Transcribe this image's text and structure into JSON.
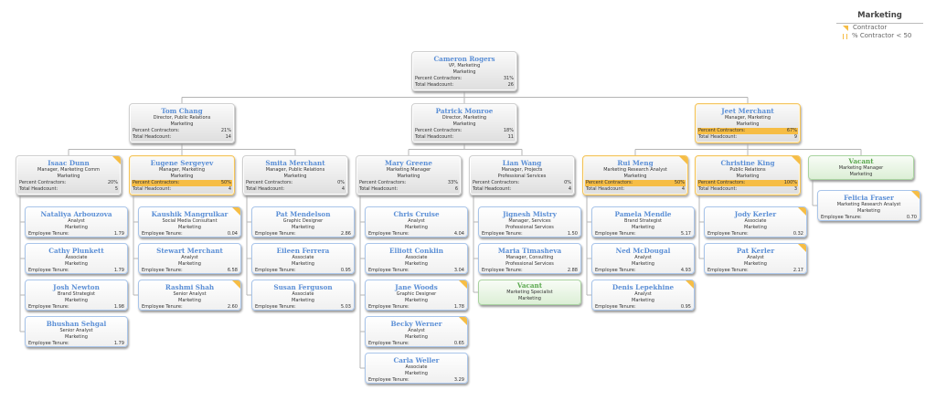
{
  "legend": {
    "title": "Marketing",
    "items": [
      {
        "icon": "contractor-triangle-icon",
        "label": "Contractor"
      },
      {
        "icon": "percent-bars-icon",
        "label": "% Contractor < 50"
      }
    ]
  },
  "labels": {
    "percent": "Percent Contractors:",
    "headcount": "Total Headcount:",
    "tenure": "Employee Tenure:"
  },
  "colors": {
    "name": "#5b8fd6",
    "vacant": "#5aa84e",
    "highlight": "#f6bd45",
    "leaf_border": "#a9c5ea"
  },
  "nodes": [
    {
      "id": "cameron",
      "name": "Cameron Rogers",
      "title": "VP, Marketing",
      "dept": "Marketing",
      "type": "mgr",
      "pct": "31%",
      "hc": "26"
    },
    {
      "id": "tom",
      "parent": "cameron",
      "name": "Tom Chang",
      "title": "Director, Public Relations",
      "dept": "Marketing",
      "type": "mgr",
      "pct": "21%",
      "hc": "14"
    },
    {
      "id": "patrick",
      "parent": "cameron",
      "name": "Patrick Monroe",
      "title": "Director, Marketing",
      "dept": "Marketing",
      "type": "mgr",
      "pct": "18%",
      "hc": "11"
    },
    {
      "id": "jeet",
      "parent": "cameron",
      "name": "Jeet Merchant",
      "title": "Manager, Marketing",
      "dept": "Marketing",
      "type": "hi",
      "pct": "67%",
      "hc": "9"
    },
    {
      "id": "isaac",
      "parent": "tom",
      "name": "Isaac Dunn",
      "title": "Manager, Marketing Comm",
      "dept": "Marketing",
      "type": "mgr",
      "pct": "20%",
      "hc": "5",
      "contractor": true
    },
    {
      "id": "eugene",
      "parent": "tom",
      "name": "Eugene Sergeyev",
      "title": "Manager, Marketing",
      "dept": "Marketing",
      "type": "hi",
      "pct": "50%",
      "hc": "4"
    },
    {
      "id": "smita",
      "parent": "tom",
      "name": "Smita Merchant",
      "title": "Manager, Public Relations",
      "dept": "Marketing",
      "type": "mgr",
      "pct": "0%",
      "hc": "4"
    },
    {
      "id": "mary",
      "parent": "patrick",
      "name": "Mary Greene",
      "title": "Marketing Manager",
      "dept": "Marketing",
      "type": "mgr",
      "pct": "33%",
      "hc": "6"
    },
    {
      "id": "lian",
      "parent": "patrick",
      "name": "Lian Wang",
      "title": "Manager, Projects",
      "dept": "Professional Services",
      "type": "mgr",
      "pct": "0%",
      "hc": "4"
    },
    {
      "id": "rui",
      "parent": "jeet",
      "name": "Rui Meng",
      "title": "Marketing Research Analyst",
      "dept": "Marketing",
      "type": "hi",
      "pct": "50%",
      "hc": "4",
      "contractor": true
    },
    {
      "id": "christine",
      "parent": "jeet",
      "name": "Christine King",
      "title": "Public Relations",
      "dept": "Marketing",
      "type": "hi",
      "pct": "100%",
      "hc": "3",
      "contractor": true
    },
    {
      "id": "vacant1",
      "parent": "jeet",
      "name": "Vacant",
      "title": "Marketing Manager",
      "dept": "Marketing",
      "type": "vac"
    },
    {
      "parent": "isaac",
      "name": "Nataliya Arbouzova",
      "title": "Analyst",
      "dept": "Marketing",
      "type": "leaf",
      "tenure": "1.79"
    },
    {
      "parent": "isaac",
      "name": "Cathy Plunkett",
      "title": "Associate",
      "dept": "Marketing",
      "type": "leaf",
      "tenure": "1.79"
    },
    {
      "parent": "isaac",
      "name": "Josh Newton",
      "title": "Brand Strategist",
      "dept": "Marketing",
      "type": "leaf",
      "tenure": "1.98"
    },
    {
      "parent": "isaac",
      "name": "Bhushan Sehgal",
      "title": "Senior Analyst",
      "dept": "Marketing",
      "type": "leaf",
      "tenure": "1.79"
    },
    {
      "parent": "eugene",
      "name": "Kaushik Mangrulkar",
      "title": "Social Media Consultant",
      "dept": "Marketing",
      "type": "leaf",
      "tenure": "0.04",
      "contractor": true
    },
    {
      "parent": "eugene",
      "name": "Stewart Merchant",
      "title": "Analyst",
      "dept": "Marketing",
      "type": "leaf",
      "tenure": "6.58"
    },
    {
      "parent": "eugene",
      "name": "Rashmi Shah",
      "title": "Senior Analyst",
      "dept": "Marketing",
      "type": "leaf",
      "tenure": "2.60",
      "contractor": true
    },
    {
      "parent": "smita",
      "name": "Pat Mendelson",
      "title": "Graphic Designer",
      "dept": "Marketing",
      "type": "leaf",
      "tenure": "2.86"
    },
    {
      "parent": "smita",
      "name": "Eileen Ferrera",
      "title": "Associate",
      "dept": "Marketing",
      "type": "leaf",
      "tenure": "0.95"
    },
    {
      "parent": "smita",
      "name": "Susan Ferguson",
      "title": "Associate",
      "dept": "Marketing",
      "type": "leaf",
      "tenure": "5.03"
    },
    {
      "parent": "mary",
      "name": "Chris Cruise",
      "title": "Analyst",
      "dept": "Marketing",
      "type": "leaf",
      "tenure": "4.04"
    },
    {
      "parent": "mary",
      "name": "Elliott Conklin",
      "title": "Associate",
      "dept": "Marketing",
      "type": "leaf",
      "tenure": "3.04"
    },
    {
      "parent": "mary",
      "name": "Jane Woods",
      "title": "Graphic Designer",
      "dept": "Marketing",
      "type": "leaf",
      "tenure": "1.78",
      "contractor": true
    },
    {
      "parent": "mary",
      "name": "Becky Werner",
      "title": "Analyst",
      "dept": "Marketing",
      "type": "leaf",
      "tenure": "0.65",
      "contractor": true
    },
    {
      "parent": "mary",
      "name": "Carla Weller",
      "title": "Associate",
      "dept": "Marketing",
      "type": "leaf",
      "tenure": "3.29"
    },
    {
      "parent": "lian",
      "name": "Jignesh Mistry",
      "title": "Manager, Services",
      "dept": "Professional Services",
      "type": "leaf",
      "tenure": "1.50"
    },
    {
      "parent": "lian",
      "name": "Maria Timasheva",
      "title": "Manager, Consulting",
      "dept": "Professional Services",
      "type": "leaf",
      "tenure": "2.88"
    },
    {
      "parent": "lian",
      "name": "Vacant",
      "title": "Marketing Specialist",
      "dept": "Marketing",
      "type": "vac"
    },
    {
      "parent": "rui",
      "name": "Pamela Mendle",
      "title": "Brand Strategist",
      "dept": "Marketing",
      "type": "leaf",
      "tenure": "5.17"
    },
    {
      "parent": "rui",
      "name": "Ned McDougal",
      "title": "Analyst",
      "dept": "Marketing",
      "type": "leaf",
      "tenure": "4.93"
    },
    {
      "parent": "rui",
      "name": "Denis Lepekhine",
      "title": "Analyst",
      "dept": "Marketing",
      "type": "leaf",
      "tenure": "0.95",
      "contractor": true
    },
    {
      "parent": "christine",
      "name": "Jody Kerler",
      "title": "Associate",
      "dept": "Marketing",
      "type": "leaf",
      "tenure": "0.32",
      "contractor": true
    },
    {
      "parent": "christine",
      "name": "Pat Kerler",
      "title": "Analyst",
      "dept": "Marketing",
      "type": "leaf",
      "tenure": "2.17",
      "contractor": true
    },
    {
      "parent": "vacant1",
      "name": "Felicia Fraser",
      "title": "Marketing Research Analyst",
      "dept": "Marketing",
      "type": "leaf",
      "tenure": "0.70",
      "contractor": true
    }
  ]
}
